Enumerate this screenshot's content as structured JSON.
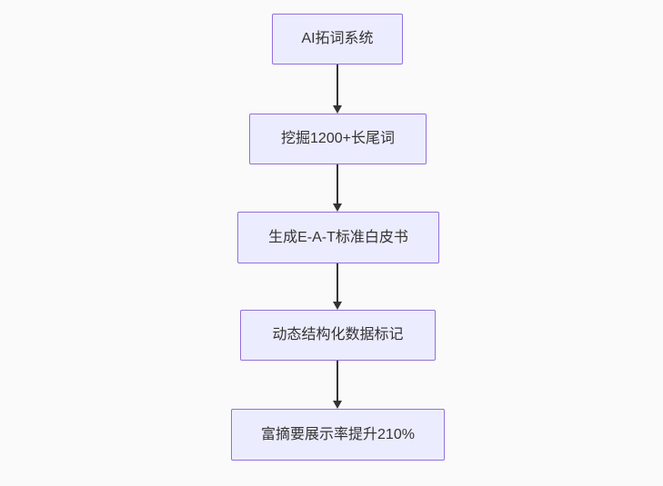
{
  "diagram": {
    "type": "flowchart",
    "direction": "top-down",
    "nodes": [
      {
        "label": "AI拓词系统"
      },
      {
        "label": "挖掘1200+长尾词"
      },
      {
        "label": "生成E-A-T标准白皮书"
      },
      {
        "label": "动态结构化数据标记"
      },
      {
        "label": "富摘要展示率提升210%"
      }
    ],
    "edges": [
      {
        "from": 0,
        "to": 1
      },
      {
        "from": 1,
        "to": 2
      },
      {
        "from": 2,
        "to": 3
      },
      {
        "from": 3,
        "to": 4
      }
    ],
    "colors": {
      "node_fill": "#ECECFF",
      "node_border": "#9370DB",
      "arrow": "#333333",
      "text": "#333333",
      "background": "#fafafa"
    }
  }
}
